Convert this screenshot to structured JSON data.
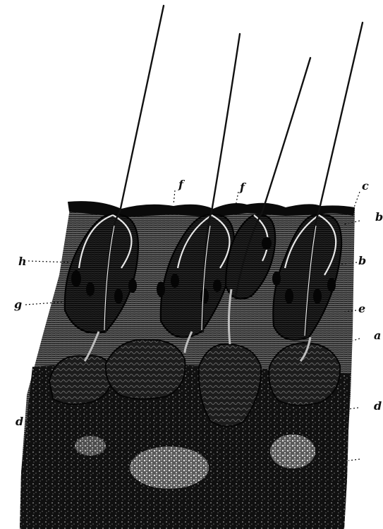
{
  "figure": {
    "background": "#ffffff",
    "ink": "#111111",
    "labels": {
      "f": "f",
      "c": "c",
      "b": "b",
      "h": "h",
      "e": "e",
      "a": "a",
      "g": "g",
      "d": "d"
    }
  }
}
